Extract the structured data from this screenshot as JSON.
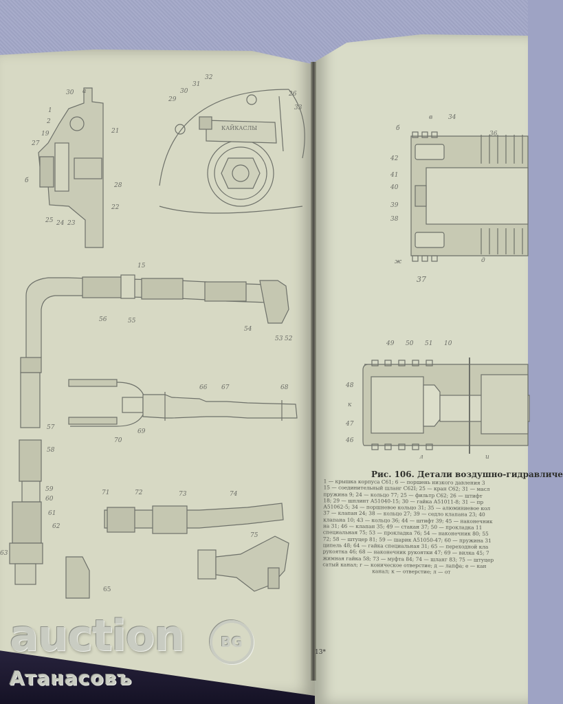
{
  "book": {
    "left_page": {
      "figures": [
        {
          "id": "hinge-detail",
          "labels": [
            "30",
            "a",
            "1",
            "2",
            "19",
            "27",
            "21",
            "б",
            "28",
            "22",
            "25",
            "24",
            "23"
          ]
        },
        {
          "id": "clamp-detail",
          "labels": [
            "29",
            "30",
            "31",
            "32",
            "26",
            "33"
          ],
          "inscription": "КАЙКАСЛЫ"
        },
        {
          "id": "tube-assembly",
          "labels": [
            "15",
            "56",
            "55",
            "54",
            "53",
            "52"
          ]
        },
        {
          "id": "fork-assembly",
          "labels": [
            "66",
            "67",
            "68",
            "69",
            "70"
          ]
        },
        {
          "id": "valve-column",
          "labels": [
            "57",
            "58",
            "59",
            "60",
            "61",
            "62",
            "63"
          ]
        },
        {
          "id": "hose-assembly",
          "labels": [
            "71",
            "72",
            "73",
            "74",
            "75",
            "65"
          ]
        }
      ]
    },
    "right_page": {
      "figures": [
        {
          "id": "cylinder-top",
          "labels": [
            "в",
            "34",
            "36",
            "б",
            "42",
            "41",
            "40",
            "39",
            "38",
            "ж",
            "37",
            "д"
          ]
        },
        {
          "id": "cylinder-bottom",
          "labels": [
            "49",
            "50",
            "51",
            "10",
            "48",
            "к",
            "47",
            "46",
            "л",
            "и"
          ]
        }
      ],
      "caption": {
        "title": "Рис. 106. Детали воздушно-гидравличе",
        "lines": [
          "1 — крышка корпуса С61; 6 — поршень низкого давления 3",
          "15 — соединительный шланг С62І; 25 — кран С62; 31 — масл",
          "пружина 9; 24 — кольцо 77; 25 — фильтр С62; 26 — штифт",
          "18; 29 — шплинт А51040-15; 30 — гайка А51011-8; 31 — пр",
          "А51062-5; 34 — поршневое кольцо 31; 35 — алюминиевое кол",
          "37 — клапан 24; 38 — кольцо 27; 39 — седло клапана 23; 40",
          "клапана 10; 43 — кольцо 36; 44 — штифт 39; 45 — наконечник",
          "на 31; 46 — клапан 35; 49 — стакан 37; 50 — прокладка 11",
          "специальная 75; 53 — прокладка 76; 54 — наконечник 80; 55",
          "72; 58 — штуцер 81; 59 — шарик А51050-47; 60 — пружина 31",
          "ципель 48; 64 — гайка специальная 31; 65 — переходной кла",
          "рукоятка 46; 68 — наконечник рукоятки 47; 69 — вилка 45; 7",
          "жимная гайка 58; 73 — муфта 84; 74 — шланг 83; 75 — штуцер",
          "сатый канал; г — коническое отверстие; д — лапфа; е — кан",
          "канал; к — отверстие; л — от"
        ]
      },
      "page_number": "13*"
    }
  },
  "watermark": {
    "brand": "auction",
    "badge": "BG",
    "seller": "Атанасовъ"
  }
}
